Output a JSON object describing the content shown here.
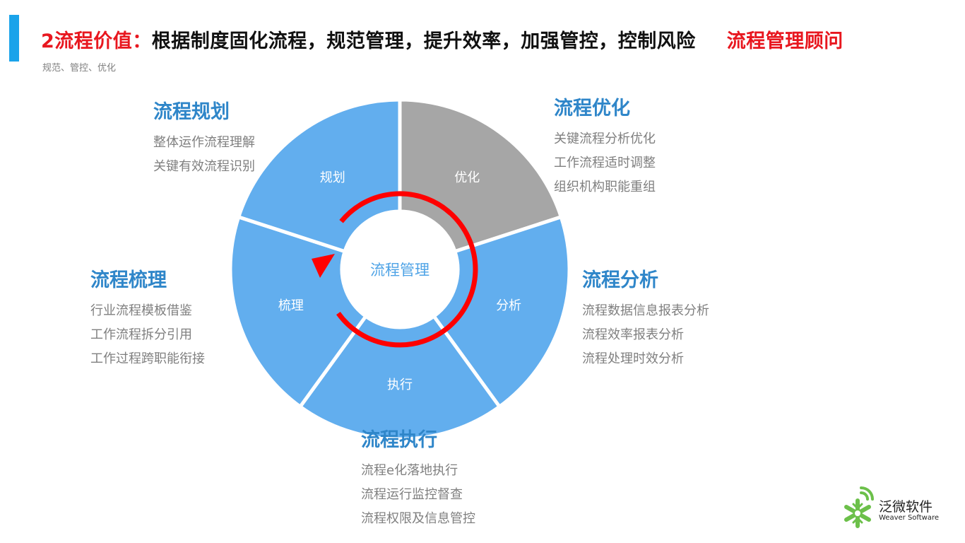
{
  "header": {
    "title_prefix": "2流程价值：",
    "title_main": "根据制度固化流程，规范管理，提升效率，加强管控，控制风险",
    "title_tag": "流程管理顾问",
    "subtitle": "规范、管控、优化"
  },
  "wheel": {
    "center_label": "流程管理",
    "segments": [
      {
        "label": "优化",
        "color": "#a6a6a6"
      },
      {
        "label": "分析",
        "color": "#62aeee"
      },
      {
        "label": "执行",
        "color": "#62aeee"
      },
      {
        "label": "梳理",
        "color": "#62aeee"
      },
      {
        "label": "规划",
        "color": "#62aeee"
      }
    ],
    "arrow_color": "#ff0000"
  },
  "blocks": {
    "planning": {
      "title": "流程规划",
      "items": [
        "整体运作流程理解",
        "关键有效流程识别"
      ]
    },
    "optimize": {
      "title": "流程优化",
      "items": [
        "关键流程分析优化",
        "工作流程适时调整",
        "组织机构职能重组"
      ]
    },
    "sorting": {
      "title": "流程梳理",
      "items": [
        "行业流程模板借鉴",
        "工作流程拆分引用",
        "工作过程跨职能衔接"
      ]
    },
    "analysis": {
      "title": "流程分析",
      "items": [
        "流程数据信息报表分析",
        "流程效率报表分析",
        "流程处理时效分析"
      ]
    },
    "execution": {
      "title": "流程执行",
      "items": [
        "流程e化落地执行",
        "流程运行监控督查",
        "流程权限及信息管控"
      ]
    }
  },
  "logo": {
    "name_cn": "泛微软件",
    "name_en": "Weaver Software",
    "color": "#6cc04a"
  }
}
